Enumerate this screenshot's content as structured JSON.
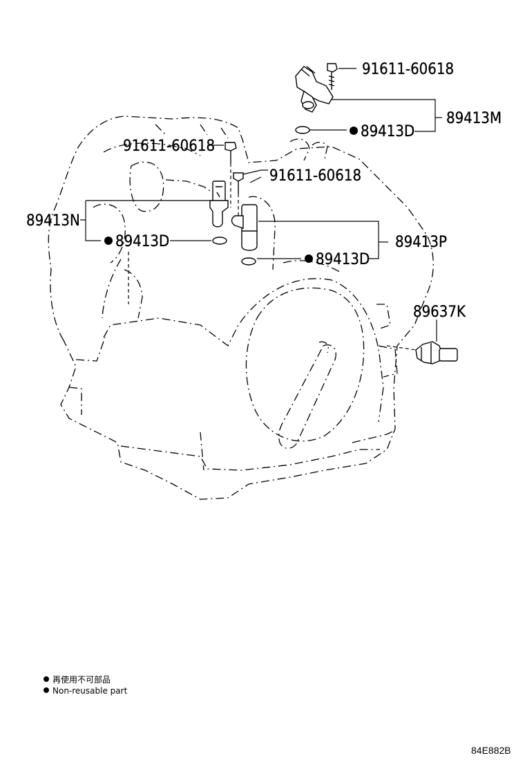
{
  "labels": {
    "bolt_top": "91611-60618",
    "sensor_m": "89413M",
    "oring_m": "89413D",
    "bolt_left": "91611-60618",
    "bolt_mid": "91611-60618",
    "sensor_n": "89413N",
    "oring_n": "89413D",
    "sensor_p": "89413P",
    "oring_p": "89413D",
    "sensor_k": "89637K"
  },
  "legend": {
    "line_jp": "再使用不可部品",
    "line_en": "Non-reusable part"
  },
  "diagram_code": "84E882B"
}
